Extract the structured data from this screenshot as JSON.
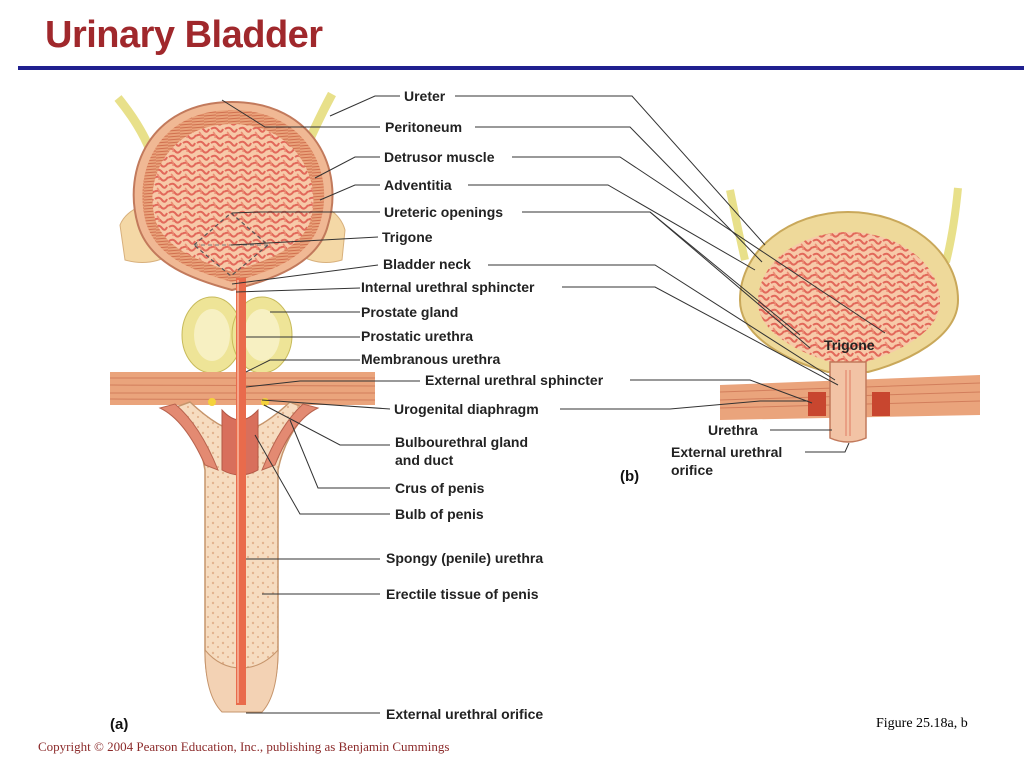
{
  "slide": {
    "title": "Urinary Bladder",
    "figure_ref": "Figure 25.18a, b",
    "copyright": "Copyright © 2004 Pearson Education, Inc., publishing as Benjamin Cummings"
  },
  "panel_a": {
    "tag": "(a)",
    "labels": {
      "ureter": "Ureter",
      "peritoneum": "Peritoneum",
      "detrusor": "Detrusor muscle",
      "adventitia": "Adventitia",
      "ureteric_openings": "Ureteric openings",
      "trigone": "Trigone",
      "bladder_neck": "Bladder neck",
      "internal_sphincter": "Internal urethral sphincter",
      "prostate_gland": "Prostate gland",
      "prostatic_urethra": "Prostatic urethra",
      "membranous_urethra": "Membranous urethra",
      "external_sphincter": "External urethral sphincter",
      "urogenital_diaphragm": "Urogenital diaphragm",
      "bulbourethral_1": "Bulbourethral gland",
      "bulbourethral_2": "and duct",
      "crus": "Crus of penis",
      "bulb": "Bulb of penis",
      "spongy_urethra": "Spongy (penile) urethra",
      "erectile_tissue": "Erectile tissue of penis",
      "external_orifice": "External urethral orifice"
    }
  },
  "panel_b": {
    "tag": "(b)",
    "labels": {
      "trigone": "Trigone",
      "urethra": "Urethra",
      "external_orifice_1": "External urethral",
      "external_orifice_2": "orifice"
    }
  }
}
